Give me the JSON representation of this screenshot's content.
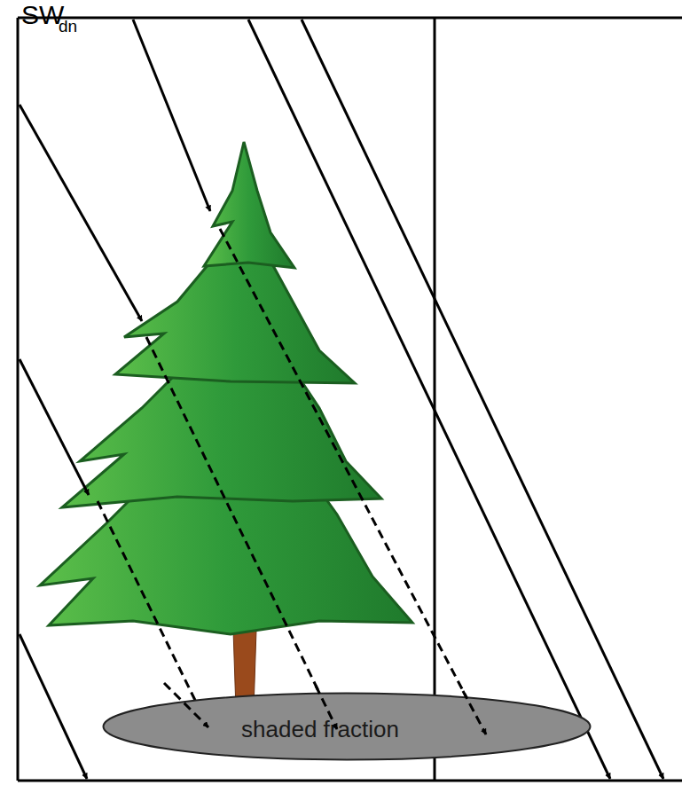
{
  "diagram": {
    "nodes": [
      {
        "text": [
          "shaded fraction"
        ]
      }
    ],
    "labels": [
      "SW",
      "dn"
    ]
  }
}
